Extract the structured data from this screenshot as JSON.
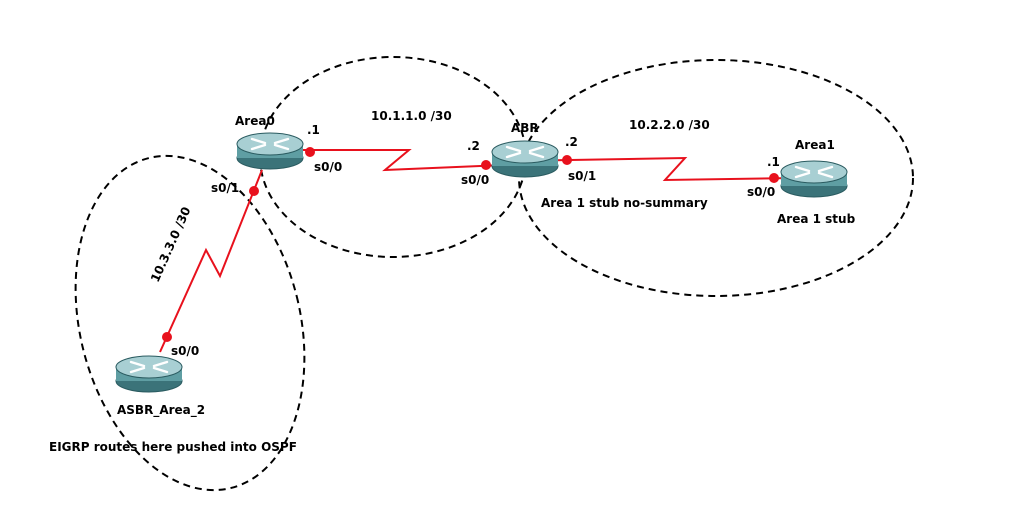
{
  "colors": {
    "link": "#e8111d",
    "port": "#e8111d",
    "router_top": "#a8cfd3",
    "router_side": "#5f9ea3",
    "router_dark": "#3b7379",
    "router_edge": "#2a5b60",
    "boundary": "#000000"
  },
  "routers": {
    "area0": {
      "name": "Area0",
      "icon": "router-icon"
    },
    "abr": {
      "name": "ABR",
      "icon": "router-icon"
    },
    "area1": {
      "name": "Area1",
      "icon": "router-icon"
    },
    "asbr": {
      "name": "ASBR_Area_2",
      "icon": "router-icon"
    }
  },
  "links": {
    "area0_abr": {
      "subnet": "10.1.1.0 /30",
      "area0_host": ".1",
      "area0_intf": "s0/0",
      "abr_host": ".2",
      "abr_intf": "s0/0"
    },
    "abr_area1": {
      "subnet": "10.2.2.0 /30",
      "abr_host": ".2",
      "abr_intf": "s0/1",
      "area1_host": ".1",
      "area1_intf": "s0/0"
    },
    "area0_asbr": {
      "subnet": "10.3.3.0 /30",
      "area0_intf": "s0/1",
      "asbr_intf": "s0/0"
    }
  },
  "notes": {
    "abr": "Area 1 stub no-summary",
    "area1": "Area 1 stub",
    "asbr": "EIGRP routes here pushed into OSPF"
  }
}
